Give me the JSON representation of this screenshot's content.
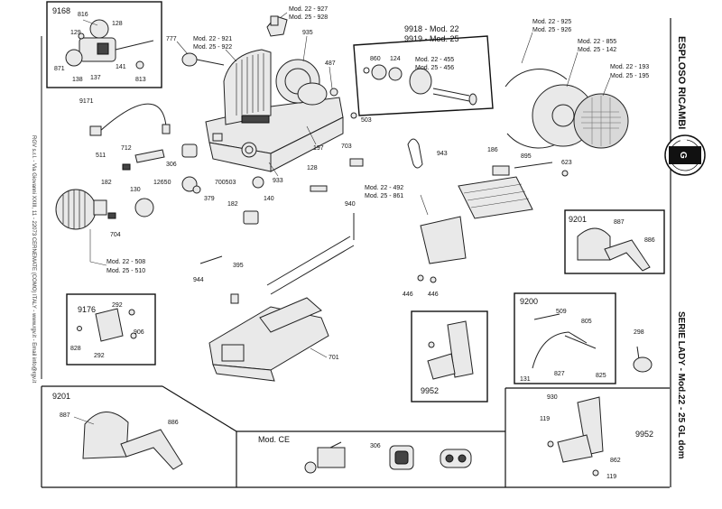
{
  "sidebar": {
    "title_top": "ESPLOSO RICAMBI",
    "title_bottom": "SERIE LADY - Mod.22 - 25 GL dom",
    "logo_letters": [
      "R",
      "G",
      "V"
    ],
    "company_line": "RGV s.r.l. - Via Giovanni XXIII, 11 - 22073 CERNEMATE (COMO) ITALY - www.rgv.it - Email info@rgv.it"
  },
  "boxes": {
    "b9168": {
      "id": "9168",
      "labels": [
        "816",
        "128",
        "129",
        "871",
        "138",
        "137",
        "141",
        "813"
      ]
    },
    "b9918": {
      "lines": [
        "9918 - Mod. 22",
        "9919 - Mod. 25"
      ],
      "labels": [
        "860",
        "124",
        "Mod. 22 - 455",
        "Mod. 25 - 456"
      ]
    },
    "b9201a": {
      "id": "9201",
      "labels": [
        "887",
        "886"
      ]
    },
    "b9176": {
      "id": "9176",
      "labels": [
        "292",
        "828",
        "292",
        "906"
      ]
    },
    "b9952a": {
      "id": "9952"
    },
    "b9200": {
      "id": "9200",
      "labels": [
        "509",
        "805",
        "131",
        "827",
        "825"
      ]
    },
    "b9201b": {
      "id": "9201",
      "labels": [
        "887",
        "886"
      ]
    },
    "bModCE": {
      "title": "Mod. CE",
      "labels": [
        "306"
      ]
    },
    "b9952b": {
      "id": "9952",
      "labels": [
        "930",
        "119",
        "862",
        "119"
      ]
    }
  },
  "labels": {
    "p927": "Mod. 22 - 927",
    "p928": "Mod. 25 - 928",
    "p777": "777",
    "p921": "Mod. 22 - 921",
    "p922": "Mod. 25 - 922",
    "p935": "935",
    "p487": "487",
    "p503": "503",
    "p925": "Mod. 22 - 925",
    "p926": "Mod. 25 - 926",
    "p855": "Mod. 22 - 855",
    "p142": "Mod. 25 - 142",
    "p193": "Mod. 22 - 193",
    "p195": "Mod. 25 - 195",
    "p9171": "9171",
    "p511": "511",
    "p712": "712",
    "p306": "306",
    "p197": "197",
    "p703": "703",
    "p943": "943",
    "p186": "186",
    "p895": "895",
    "p623": "623",
    "p182a": "182",
    "p130": "130",
    "p12650": "12650",
    "p700503": "700503",
    "p379": "379",
    "p933": "933",
    "p128": "128",
    "p492": "Mod. 22 - 492",
    "p861": "Mod. 25 - 861",
    "p140": "140",
    "p182b": "182",
    "p704": "704",
    "p508": "Mod. 22 - 508",
    "p510": "Mod. 25 - 510",
    "p940": "940",
    "p944": "944",
    "p395": "395",
    "p446a": "446",
    "p446b": "446",
    "p701": "701",
    "p298": "298"
  }
}
